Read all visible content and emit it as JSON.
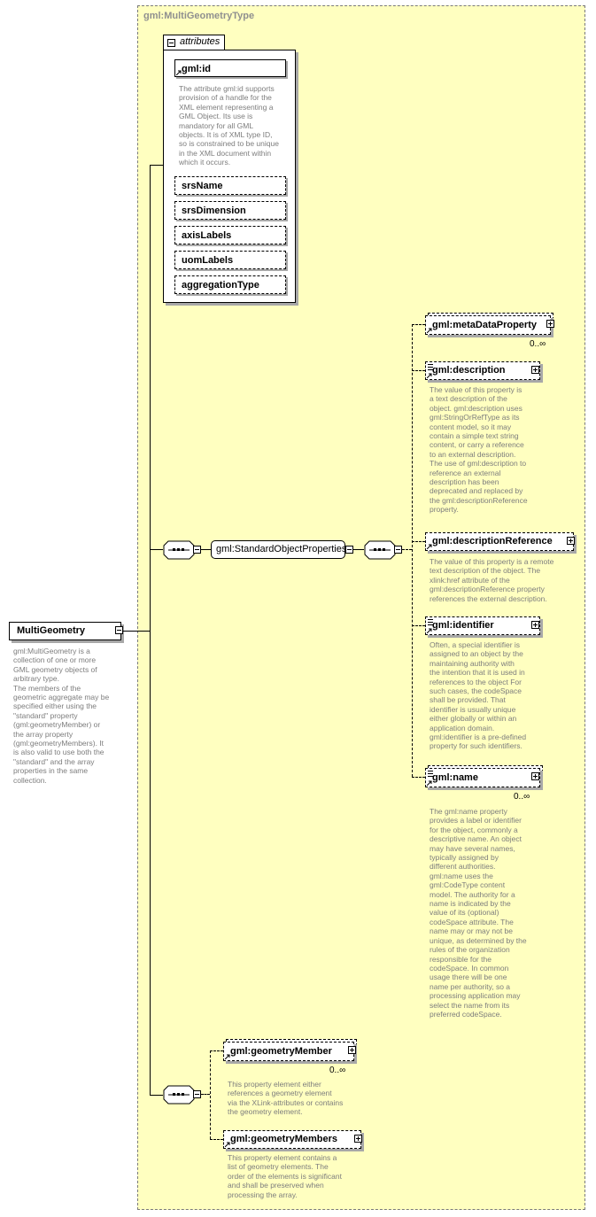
{
  "type_name": "gml:MultiGeometryType",
  "attributes_label": "attributes",
  "root": {
    "name": "MultiGeometry",
    "doc": "gml:MultiGeometry is a\ncollection of one or more\nGML geometry objects of\narbitrary type.\nThe members of the\ngeometric aggregate may be\nspecified either using the\n\"standard\" property\n(gml:geometryMember) or\nthe array property\n(gml:geometryMembers). It\nis also valid to use both the\n\"standard\" and the array\nproperties in the same\ncollection."
  },
  "attributes": {
    "id": {
      "name": "gml:id",
      "doc": "The attribute gml:id supports\nprovision of a handle for the\nXML element representing a\nGML Object. Its use is\nmandatory for all GML\nobjects. It is of XML type ID,\nso is constrained to be unique\nin the XML document within\nwhich it occurs."
    },
    "others": [
      "srsName",
      "srsDimension",
      "axisLabels",
      "uomLabels",
      "aggregationType"
    ]
  },
  "group": {
    "name": "gml:StandardObjectProperties"
  },
  "elements": {
    "metaDataProperty": {
      "name": "gml:metaDataProperty",
      "cardinality": "0..∞"
    },
    "description": {
      "name": "gml:description",
      "doc": "The value of this property is\na text description of the\nobject. gml:description uses\ngml:StringOrRefType as its\ncontent model, so it may\ncontain a simple text string\ncontent, or carry a reference\nto an external description.\nThe use of gml:description to\nreference an external\ndescription has been\ndeprecated and replaced by\nthe gml:descriptionReference\nproperty."
    },
    "descriptionReference": {
      "name": "gml:descriptionReference",
      "doc": "The value of this property is a remote\ntext description of the object. The\nxlink:href attribute of the\ngml:descriptionReference property\nreferences the external description."
    },
    "identifier": {
      "name": "gml:identifier",
      "doc": "Often, a special identifier is\nassigned to an object by the\nmaintaining authority with\nthe intention that it is used in\nreferences to the object For\nsuch cases, the codeSpace\nshall be provided. That\nidentifier is usually unique\neither globally or within an\napplication domain.\ngml:identifier is a pre-defined\nproperty for such identifiers."
    },
    "name": {
      "name": "gml:name",
      "cardinality": "0..∞",
      "doc": "The gml:name property\nprovides a label or identifier\nfor the object, commonly a\ndescriptive name. An object\nmay have several names,\ntypically assigned by\ndifferent authorities.\ngml:name uses the\ngml:CodeType content\nmodel.  The authority for a\nname is indicated by the\nvalue of its (optional)\ncodeSpace attribute.  The\nname may or may not be\nunique, as determined by the\nrules of the organization\nresponsible for the\ncodeSpace.  In common\nusage there will be one\nname per authority, so a\nprocessing application may\nselect the name from its\npreferred codeSpace."
    },
    "geometryMember": {
      "name": "gml:geometryMember",
      "cardinality": "0..∞",
      "doc": "This property element either\nreferences a geometry element\nvia the XLink-attributes or contains\nthe geometry element."
    },
    "geometryMembers": {
      "name": "gml:geometryMembers",
      "doc": "This property element contains a\nlist of geometry elements. The\norder of the elements is significant\nand shall be preserved when\nprocessing the array."
    }
  }
}
